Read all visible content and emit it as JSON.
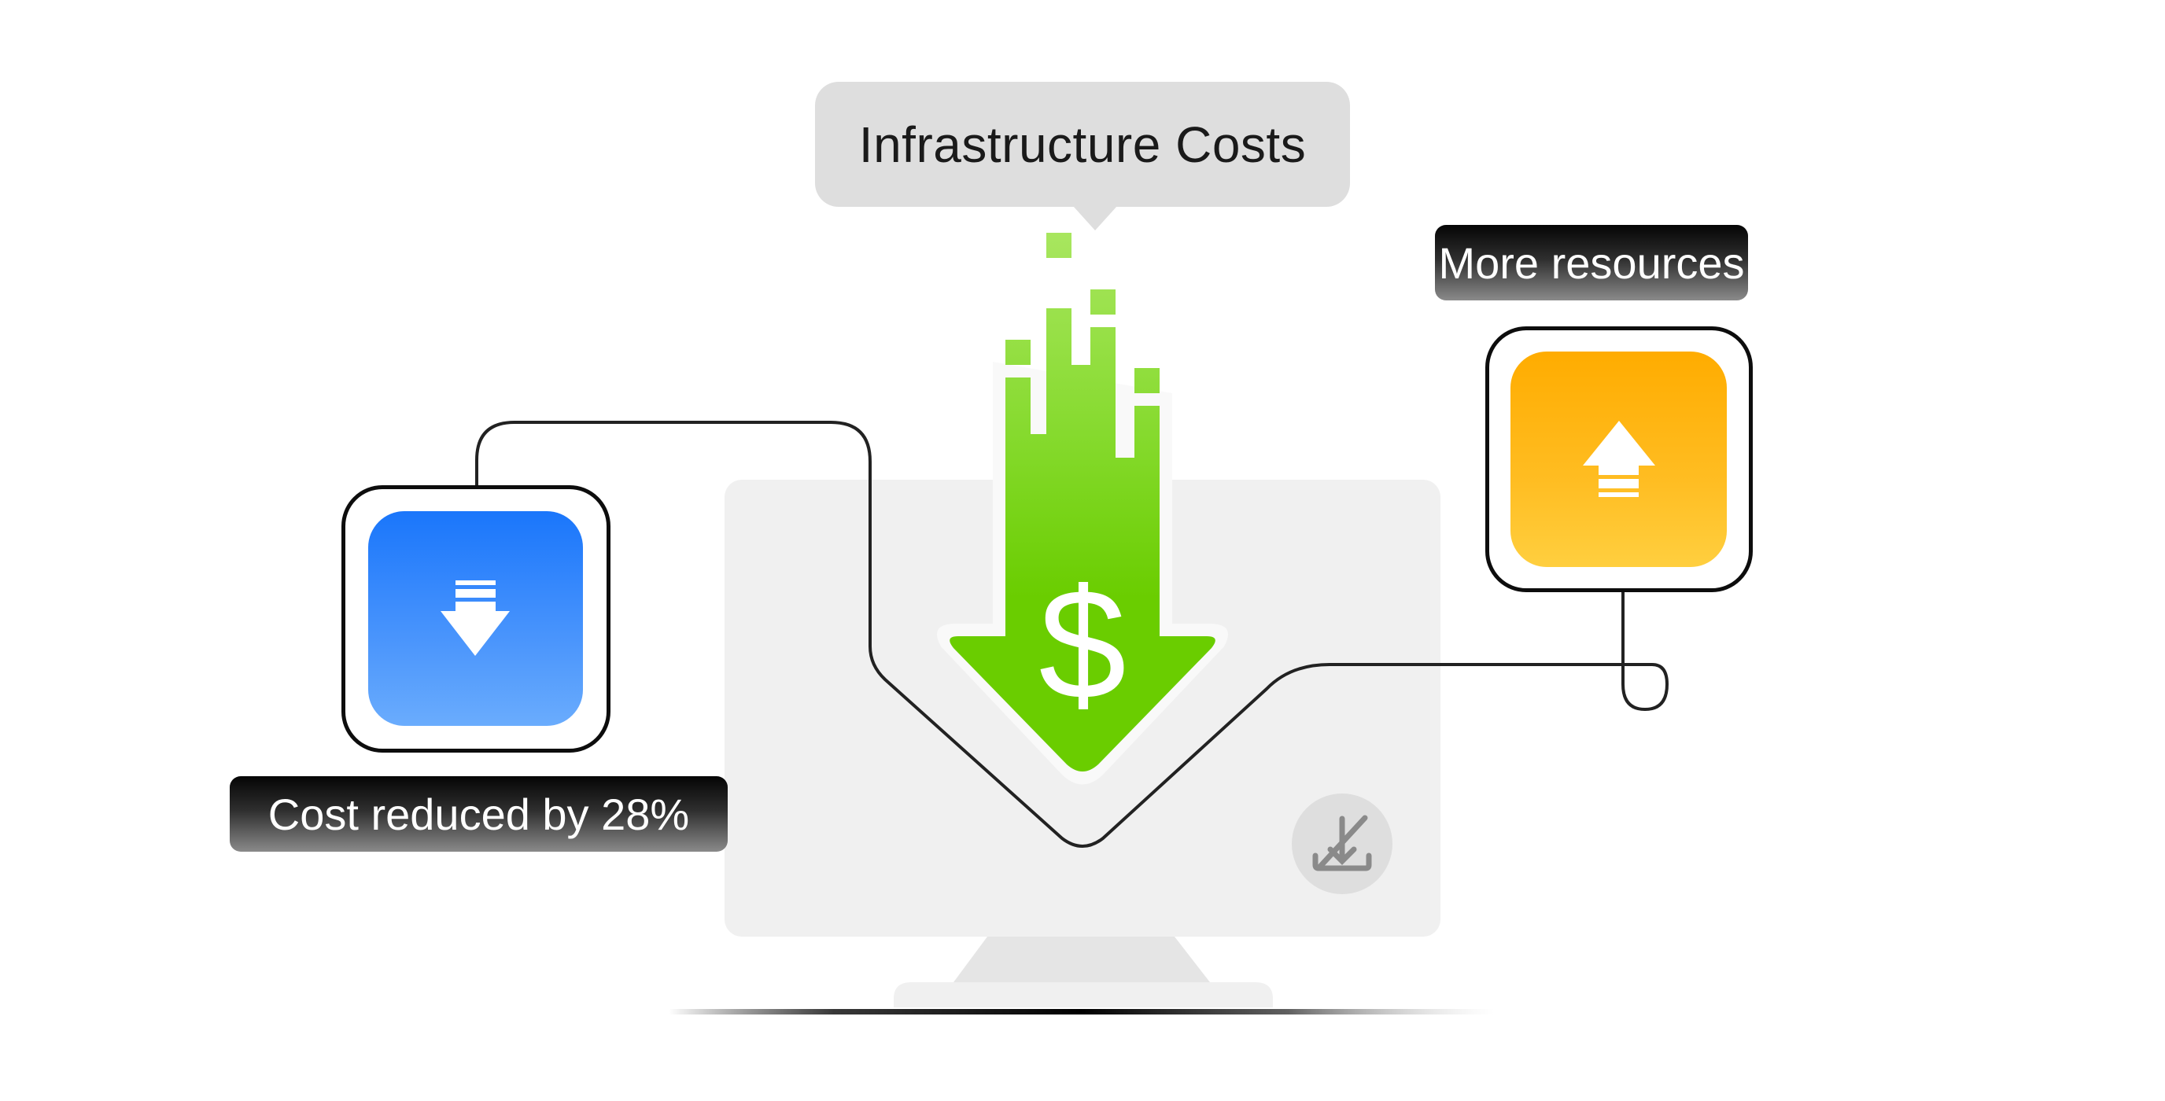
{
  "header": {
    "title": "Infrastructure Costs"
  },
  "left_card": {
    "label": "Cost reduced by 28%",
    "icon": "arrow-down-icon",
    "color_top": "#1a76fb",
    "color_bottom": "#6aacfd"
  },
  "right_card": {
    "label": "More resources",
    "icon": "arrow-up-icon",
    "color_top": "#ffac00",
    "color_bottom": "#ffcf3f"
  },
  "center": {
    "arrow_icon": "downward-cost-arrow-icon",
    "symbol": "$",
    "arrow_color": "#6acd00",
    "monitor_badge_icon": "download-off-icon"
  },
  "colors": {
    "bubble_bg": "#dedede",
    "monitor": "#f0f0f0",
    "stand": "#e5e5e5",
    "connector": "#222222"
  }
}
